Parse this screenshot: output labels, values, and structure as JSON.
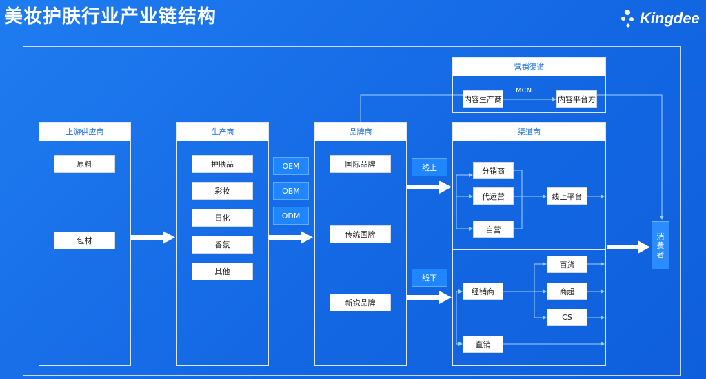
{
  "title": "美妆护肤行业产业链结构",
  "logo": {
    "text": "Kingdee",
    "icon": "dots-logo-icon"
  },
  "columns": {
    "upstream": {
      "label": "上游供应商",
      "items": [
        "原料",
        "包材"
      ]
    },
    "producer": {
      "label": "生产商",
      "items": [
        "护肤品",
        "彩妆",
        "日化",
        "香氛",
        "其他"
      ]
    },
    "brand": {
      "label": "品牌商",
      "items": [
        "国际品牌",
        "传统国牌",
        "新锐品牌"
      ]
    },
    "channel": {
      "label": "渠道商"
    },
    "marketing": {
      "label": "营销渠道",
      "left": "内容生产商",
      "middle": "MCN",
      "right": "内容平台方"
    }
  },
  "modes": [
    "OEM",
    "OBM",
    "ODM"
  ],
  "online": {
    "tag": "线上",
    "nodes": [
      "分销商",
      "代运营",
      "自营"
    ],
    "platform": "线上平台"
  },
  "offline": {
    "tag": "线下",
    "dealer": "经销商",
    "retail": [
      "百货",
      "商超",
      "CS"
    ],
    "direct": "直销"
  },
  "consumer": {
    "chars": [
      "消",
      "费",
      "者"
    ]
  },
  "colors": {
    "background": "#1468e4",
    "arrow": "#ffffff",
    "header_text": "#1a6fe6",
    "tag": "#1f86ff"
  }
}
